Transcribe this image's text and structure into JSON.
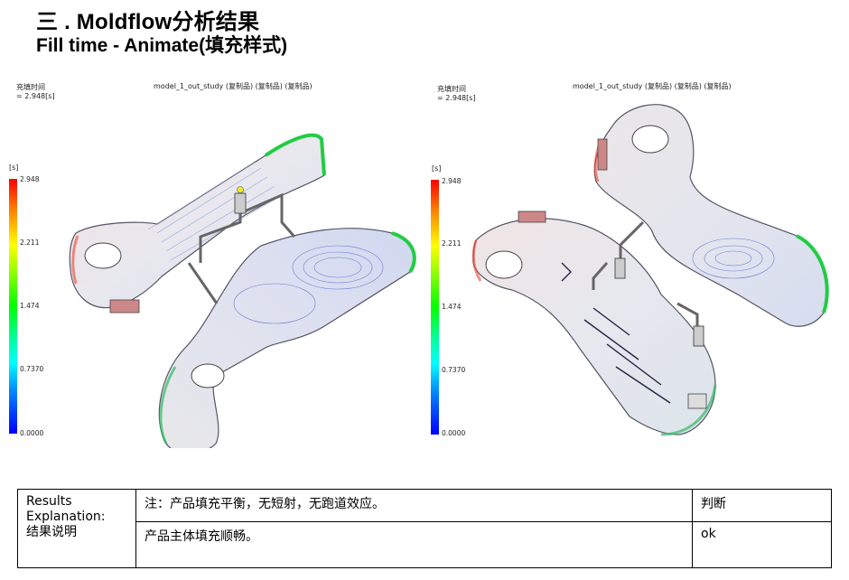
{
  "header": {
    "section_title": "三 . Moldflow分析结果",
    "subtitle": "Fill time - Animate(填充样式)"
  },
  "panels": [
    {
      "study_name": "model_1_out_study (复制品) (复制品) (复制品)",
      "result_label": "充填时间",
      "result_value": " = 2.948[s]",
      "unit": "[s]",
      "legend_ticks": [
        "2.948",
        "2.211",
        "1.474",
        "0.7370",
        "0.0000"
      ]
    },
    {
      "study_name": "model_1_out_study (复制品) (复制品) (复制品)",
      "result_label": "充填时间",
      "result_value": " = 2.948[s]",
      "unit": "[s]",
      "legend_ticks": [
        "2.948",
        "2.211",
        "1.474",
        "0.7370",
        "0.0000"
      ]
    }
  ],
  "results_table": {
    "label_lines": [
      "Results",
      "Explanation:",
      "结果说明"
    ],
    "row1_text": "注：产品填充平衡，无短射，无跑道效应。",
    "row1_judgement": "判断",
    "row2_text": "产品主体填充顺畅。",
    "row2_judgement": "ok"
  },
  "colors": {
    "legend_max": "#ff0000",
    "legend_mid": "#00ff00",
    "legend_min": "#0000ff",
    "part_base": "#e6e6ec"
  }
}
